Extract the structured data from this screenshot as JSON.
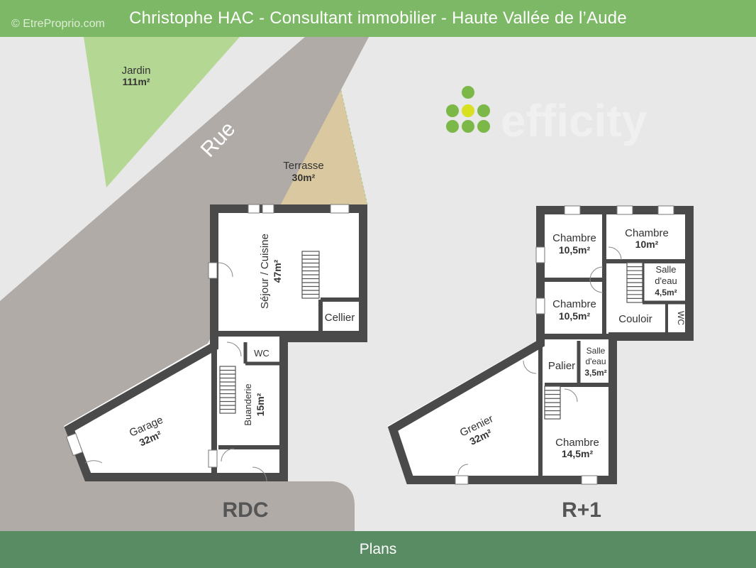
{
  "header": {
    "title": "Christophe HAC - Consultant immobilier - Haute Vallée de l’Aude",
    "watermark": "© EtreProprio.com"
  },
  "footer": {
    "label": "Plans"
  },
  "logo": {
    "text": "efficity",
    "dot_color": "#7cb848",
    "center_dot_color": "#d9e021"
  },
  "colors": {
    "garden": "#b4d894",
    "terrace": "#d9c8a0",
    "road": "#b0aba7",
    "wall": "#4a4a4a"
  },
  "road": {
    "label": "Rue"
  },
  "outdoor": {
    "jardin": {
      "name": "Jardin",
      "area": "111m²"
    },
    "terrasse": {
      "name": "Terrasse",
      "area": "30m²"
    }
  },
  "rdc": {
    "label": "RDC",
    "rooms": {
      "sejour": {
        "name": "Séjour / Cuisine",
        "area": "47m²"
      },
      "cellier": {
        "name": "Cellier"
      },
      "wc": {
        "name": "WC"
      },
      "buanderie": {
        "name": "Buanderie",
        "area": "15m²"
      },
      "garage": {
        "name": "Garage",
        "area": "32m²"
      }
    }
  },
  "r1": {
    "label": "R+1",
    "rooms": {
      "chambre1": {
        "name": "Chambre",
        "area": "10,5m²"
      },
      "chambre2": {
        "name": "Chambre",
        "area": "10m²"
      },
      "chambre3": {
        "name": "Chambre",
        "area": "10,5m²"
      },
      "salle_eau1": {
        "name1": "Salle",
        "name2": "d'eau",
        "area": "4,5m²"
      },
      "couloir": {
        "name": "Couloir"
      },
      "wc": {
        "name": "WC"
      },
      "palier": {
        "name": "Palier"
      },
      "salle_eau2": {
        "name1": "Salle",
        "name2": "d'eau",
        "area": "3,5m²"
      },
      "grenier": {
        "name": "Grenier",
        "area": "32m²"
      },
      "chambre4": {
        "name": "Chambre",
        "area": "14,5m²"
      }
    }
  }
}
